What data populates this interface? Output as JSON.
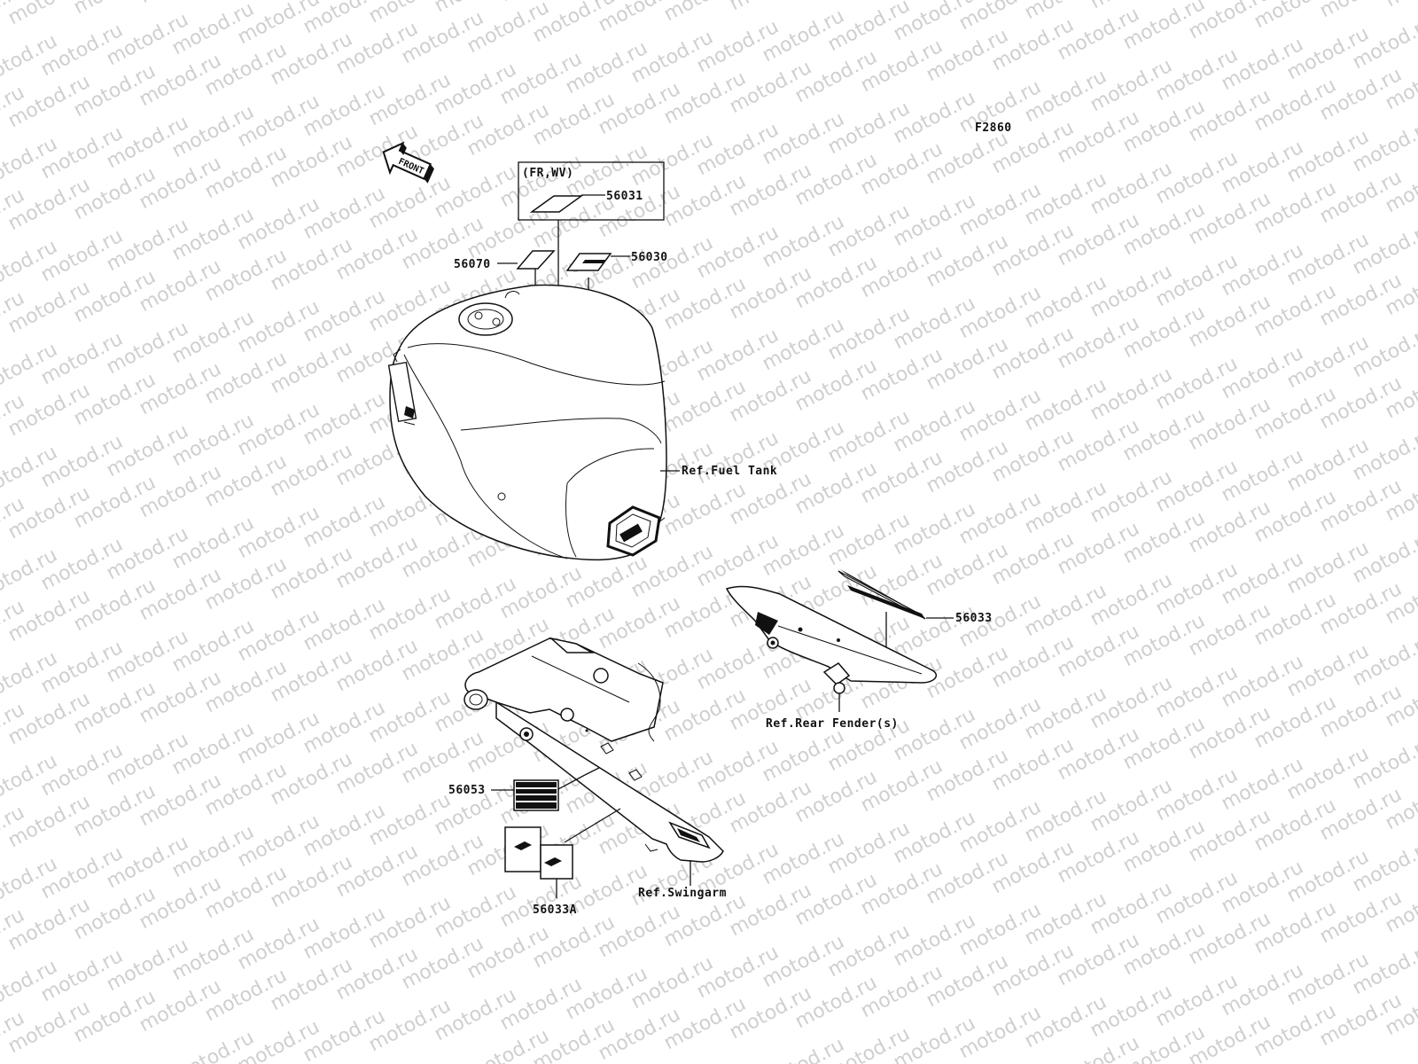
{
  "diagram_code": "F2860",
  "front_arrow_text": "FRONT",
  "region_note": "(FR,WV)",
  "watermark_text": "motod.ru",
  "parts": {
    "p56031": "56031",
    "p56070": "56070",
    "p56030": "56030",
    "p56033": "56033",
    "p56053": "56053",
    "p56033A": "56033A"
  },
  "refs": {
    "fuel_tank": "Ref.Fuel Tank",
    "rear_fender": "Ref.Rear Fender(s)",
    "swingarm": "Ref.Swingarm"
  },
  "colors": {
    "line": "#111111",
    "watermark": "#cfcfcf",
    "background": "#ffffff"
  }
}
